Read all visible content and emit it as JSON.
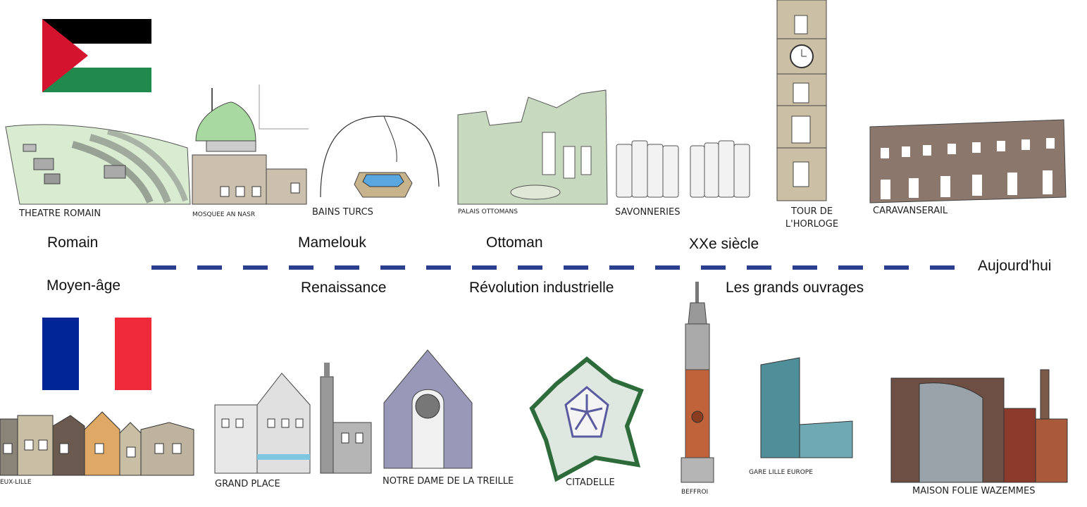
{
  "colors": {
    "timeline_dash": "#2b3f8f",
    "palestine_black": "#000000",
    "palestine_white": "#ffffff",
    "palestine_green": "#1f8a4c",
    "palestine_red": "#d4142f",
    "france_blue": "#002595",
    "france_red": "#ee2a3b"
  },
  "flags": {
    "palestine": {
      "icon": "palestine-flag-icon"
    },
    "france": {
      "icon": "france-flag-icon"
    }
  },
  "periods": {
    "palestine": [
      "Romain",
      "Mamelouk",
      "Ottoman",
      "XXe siècle"
    ],
    "france": [
      "Moyen-âge",
      "Renaissance",
      "Révolution industrielle",
      "Les grands ouvrages"
    ],
    "end": "Aujourd'hui"
  },
  "palestine_monuments": [
    {
      "label": "THEATRE ROMAIN",
      "icon": "theatre-romain-icon"
    },
    {
      "label": "MOSQUEE AN NASR",
      "icon": "mosquee-an-nasr-icon"
    },
    {
      "label": "BAINS TURCS",
      "icon": "bains-turcs-icon"
    },
    {
      "label": "PALAIS OTTOMANS",
      "icon": "palais-ottomans-icon"
    },
    {
      "label": "SAVONNERIES",
      "icon": "savonneries-icon"
    },
    {
      "label_line1": "TOUR DE",
      "label_line2": "L'HORLOGE",
      "icon": "tour-horloge-icon"
    },
    {
      "label": "CARAVANSERAIL",
      "icon": "caravanserail-icon"
    }
  ],
  "france_monuments": [
    {
      "label": "EUX-LILLE",
      "icon": "vieux-lille-icon"
    },
    {
      "label": "GRAND PLACE",
      "icon": "grand-place-icon"
    },
    {
      "label": "NOTRE DAME DE LA TREILLE",
      "icon": "notre-dame-icon"
    },
    {
      "label": "CITADELLE",
      "icon": "citadelle-icon"
    },
    {
      "label": "BEFFROI",
      "icon": "beffroi-icon"
    },
    {
      "label": "GARE LILLE EUROPE",
      "icon": "gare-lille-europe-icon"
    },
    {
      "label": "MAISON FOLIE WAZEMMES",
      "icon": "maison-folie-icon"
    }
  ]
}
